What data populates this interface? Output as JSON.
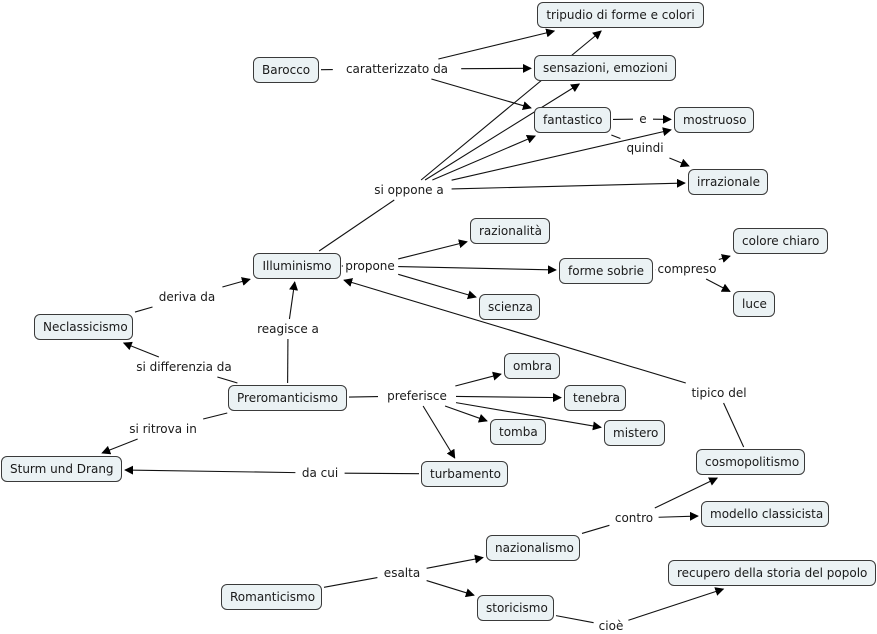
{
  "concepts": [
    {
      "id": "barocco",
      "label": "Barocco"
    },
    {
      "id": "tripudio",
      "label": "tripudio di forme e colori"
    },
    {
      "id": "sensazioni",
      "label": "sensazioni, emozioni"
    },
    {
      "id": "fantastico",
      "label": "fantastico"
    },
    {
      "id": "mostruoso",
      "label": "mostruoso"
    },
    {
      "id": "irrazionale",
      "label": "irrazionale"
    },
    {
      "id": "illuminismo",
      "label": "Illuminismo"
    },
    {
      "id": "razionalita",
      "label": "razionalità"
    },
    {
      "id": "formesobrie",
      "label": "forme sobrie"
    },
    {
      "id": "colorechiaro",
      "label": "colore chiaro"
    },
    {
      "id": "luce",
      "label": "luce"
    },
    {
      "id": "scienza",
      "label": "scienza"
    },
    {
      "id": "neoclassicismo",
      "label": "Neclassicismo"
    },
    {
      "id": "preromanticismo",
      "label": "Preromanticismo"
    },
    {
      "id": "ombra",
      "label": "ombra"
    },
    {
      "id": "tenebra",
      "label": "tenebra"
    },
    {
      "id": "tomba",
      "label": "tomba"
    },
    {
      "id": "mistero",
      "label": "mistero"
    },
    {
      "id": "turbamento",
      "label": "turbamento"
    },
    {
      "id": "sturm",
      "label": "Sturm und Drang"
    },
    {
      "id": "cosmopolitismo",
      "label": "cosmopolitismo"
    },
    {
      "id": "modello",
      "label": "modello classicista"
    },
    {
      "id": "nazionalismo",
      "label": "nazionalismo"
    },
    {
      "id": "recupero",
      "label": "recupero della storia del popolo"
    },
    {
      "id": "romanticismo",
      "label": "Romanticismo"
    },
    {
      "id": "storicismo",
      "label": "storicismo"
    }
  ],
  "linking_phrases": [
    {
      "id": "caratterizzato",
      "label": "caratterizzato da",
      "from": [
        "barocco"
      ],
      "to": [
        "tripudio",
        "sensazioni",
        "fantastico"
      ]
    },
    {
      "id": "e",
      "label": "e",
      "from": [
        "fantastico"
      ],
      "to": [
        "mostruoso"
      ]
    },
    {
      "id": "quindi",
      "label": "quindi",
      "from": [
        "fantastico"
      ],
      "to": [
        "irrazionale"
      ]
    },
    {
      "id": "sioppone",
      "label": "si oppone a",
      "from": [
        "illuminismo"
      ],
      "to": [
        "tripudio",
        "sensazioni",
        "fantastico",
        "mostruoso",
        "irrazionale"
      ]
    },
    {
      "id": "propone",
      "label": "propone",
      "from": [
        "illuminismo"
      ],
      "to": [
        "razionalita",
        "formesobrie",
        "scienza"
      ]
    },
    {
      "id": "compreso",
      "label": "compreso",
      "from": [
        "formesobrie"
      ],
      "to": [
        "colorechiaro",
        "luce"
      ]
    },
    {
      "id": "derivada",
      "label": "deriva da",
      "from": [
        "neoclassicismo"
      ],
      "to": [
        "illuminismo"
      ]
    },
    {
      "id": "reagisce",
      "label": "reagisce a",
      "from": [
        "preromanticismo"
      ],
      "to": [
        "illuminismo"
      ]
    },
    {
      "id": "sidiff",
      "label": "si differenzia da",
      "from": [
        "preromanticismo"
      ],
      "to": [
        "neoclassicismo"
      ]
    },
    {
      "id": "siritrova",
      "label": "si ritrova in",
      "from": [
        "preromanticismo"
      ],
      "to": [
        "sturm"
      ]
    },
    {
      "id": "preferisce",
      "label": "preferisce",
      "from": [
        "preromanticismo"
      ],
      "to": [
        "ombra",
        "tenebra",
        "tomba",
        "mistero",
        "turbamento"
      ]
    },
    {
      "id": "dacui",
      "label": "da cui",
      "from": [
        "turbamento"
      ],
      "to": [
        "sturm"
      ]
    },
    {
      "id": "tipicodel",
      "label": "tipico del",
      "from": [
        "cosmopolitismo"
      ],
      "to": [
        "illuminismo"
      ]
    },
    {
      "id": "contro",
      "label": "contro",
      "from": [
        "nazionalismo"
      ],
      "to": [
        "cosmopolitismo",
        "modello"
      ]
    },
    {
      "id": "esalta",
      "label": "esalta",
      "from": [
        "romanticismo"
      ],
      "to": [
        "nazionalismo",
        "storicismo"
      ]
    },
    {
      "id": "cioe",
      "label": "cioè",
      "from": [
        "storicismo"
      ],
      "to": [
        "recupero"
      ]
    }
  ]
}
